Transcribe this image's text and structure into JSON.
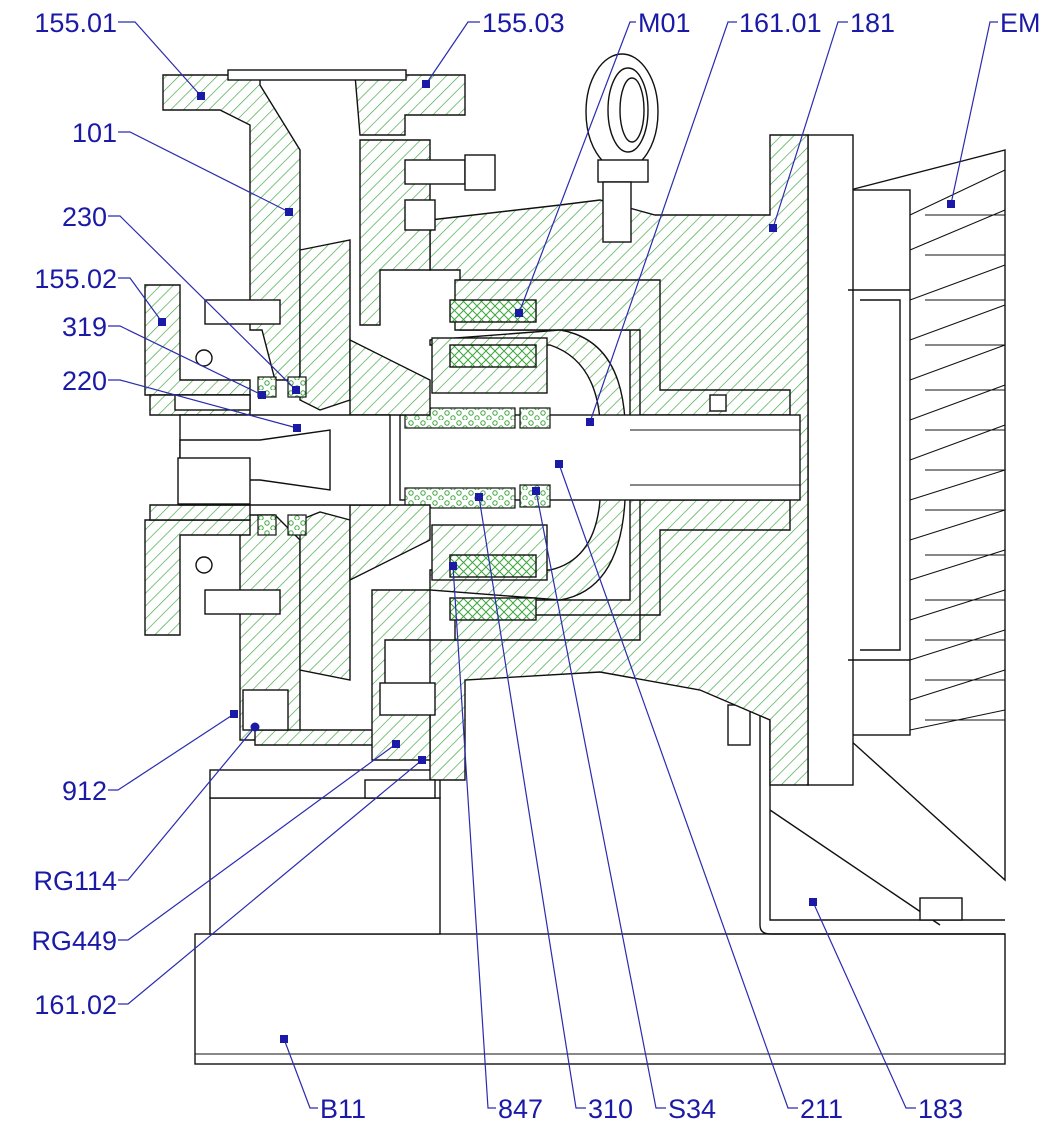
{
  "labels": {
    "l155_01": "155.01",
    "l155_03": "155.03",
    "lM01": "M01",
    "l161_01": "161.01",
    "l181": "181",
    "lEM": "EM",
    "l101": "101",
    "l230": "230",
    "l155_02": "155.02",
    "l319": "319",
    "l220": "220",
    "l912": "912",
    "lRG114": "RG114",
    "lRG449": "RG449",
    "l161_02": "161.02",
    "lB11": "B11",
    "l847": "847",
    "l310": "310",
    "lS34": "S34",
    "l211": "211",
    "l183": "183"
  },
  "colors": {
    "hatch": "#3aa63a",
    "label": "#1a1aa6",
    "outline": "#111111"
  }
}
